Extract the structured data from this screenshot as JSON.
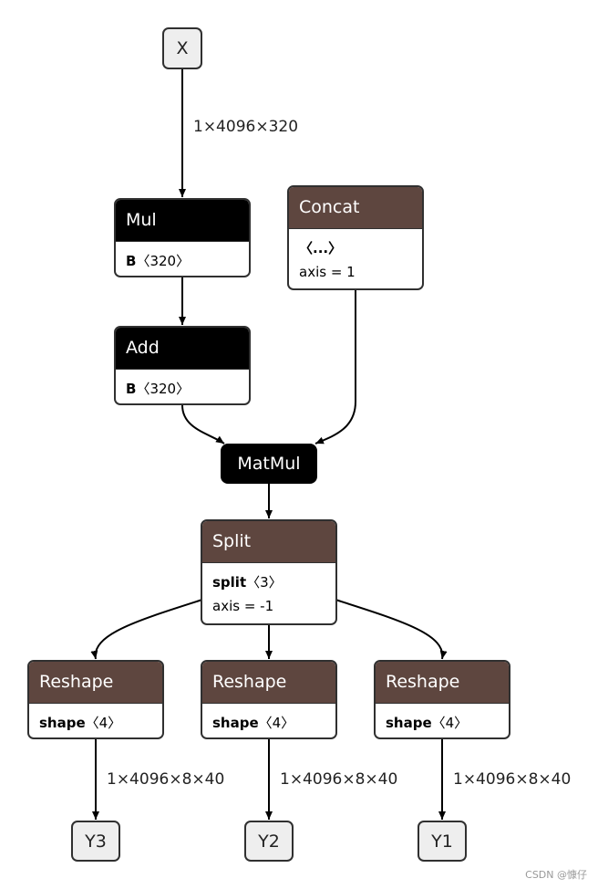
{
  "inputs": {
    "x": "X"
  },
  "outputs": {
    "y3": "Y3",
    "y2": "Y2",
    "y1": "Y1"
  },
  "nodes": {
    "mul": {
      "title": "Mul",
      "attr_key": "B",
      "attr_val": "〈320〉"
    },
    "add": {
      "title": "Add",
      "attr_key": "B",
      "attr_val": "〈320〉"
    },
    "concat": {
      "title": "Concat",
      "attr_key": "〈...〉",
      "attr_line2": "axis = 1"
    },
    "matmul": {
      "title": "MatMul"
    },
    "split": {
      "title": "Split",
      "attr_key": "split",
      "attr_val": "〈3〉",
      "attr_line2": "axis = -1"
    },
    "reshape1": {
      "title": "Reshape",
      "attr_key": "shape",
      "attr_val": "〈4〉"
    },
    "reshape2": {
      "title": "Reshape",
      "attr_key": "shape",
      "attr_val": "〈4〉"
    },
    "reshape3": {
      "title": "Reshape",
      "attr_key": "shape",
      "attr_val": "〈4〉"
    }
  },
  "edge_labels": {
    "x_to_mul": "1×4096×320",
    "reshape1_out": "1×4096×8×40",
    "reshape2_out": "1×4096×8×40",
    "reshape3_out": "1×4096×8×40"
  },
  "colors": {
    "black_header": "#000000",
    "brown_header": "#5e463f",
    "io_fill": "#eeeeee"
  },
  "watermark": "CSDN @慷仔"
}
